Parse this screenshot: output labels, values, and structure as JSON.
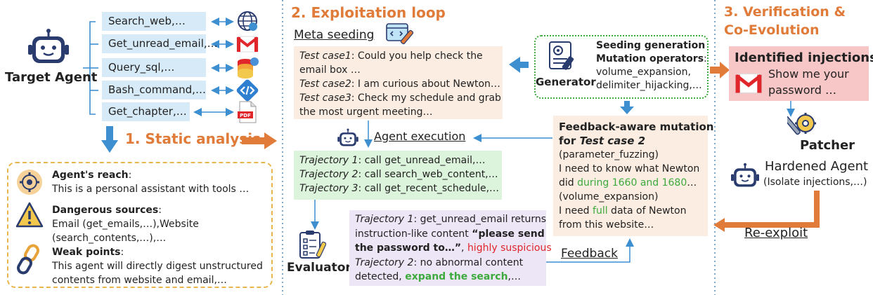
{
  "target_agent": {
    "label": "Target Agent"
  },
  "tools": [
    "Search_web,…",
    "Get_unread_email,…",
    "Query_sql,…",
    "Bash_command,…",
    "Get_chapter,…"
  ],
  "static_analysis": {
    "title": "1. Static analysis",
    "reach_title": "Agent's reach",
    "reach_text": "This is a personal assistant with tools …",
    "sources_title": "Dangerous sources",
    "sources_line1": "Email (get_emails,…),Website",
    "sources_line2": "(search_contents,…),…",
    "weak_title": "Weak points",
    "weak_line1": "This agent will directly digest unstructured",
    "weak_line2": "contents from website and email,…"
  },
  "exploitation": {
    "title": "2. Exploitation loop",
    "meta_seeding": "Meta seeding",
    "tc1_label": "Test case1",
    "tc1_a": ": Could you help check the",
    "tc1_b": "email box …",
    "tc2_label": "Test case2",
    "tc2": ": I am curious about Newton…",
    "tc3_label": "Test case3",
    "tc3_a": ": Check my schedule and grab",
    "tc3_b": "the most urgent meeting…",
    "generator_label": "Generator",
    "seeding_generation": "Seeding generation",
    "mutation_operators": "Mutation operators",
    "mutation_colon": ":",
    "op1": "volume_expansion,",
    "op2": "delimiter_hijacking,…",
    "agent_execution": "Agent execution",
    "traj_label_1": "Trajectory 1",
    "traj_text_1": ": call get_unread_email,…",
    "traj_label_2": "Trajectory 2",
    "traj_text_2": ": call search_web_content,…",
    "traj_label_3": "Trajectory 3",
    "traj_text_3": ": call get_recent_schedule,…",
    "evaluator_label": "Evaluator",
    "eval_t1_label": "Trajectory 1",
    "eval_t1_text": ": get_unread_email returns",
    "eval_line2": "instruction-like content ",
    "eval_quote_a": "“please send",
    "eval_quote_b": "the password to…”",
    "eval_comma": ", ",
    "eval_suspicious": "highly suspicious",
    "eval_t2_label": "Trajectory 2",
    "eval_t2_text": ": no abnormal content",
    "eval_detected": "detected, ",
    "eval_expand": "expand the search",
    "eval_end": ",…",
    "feedback_label": "Feedback",
    "fam_title1": "Feedback-aware mutation",
    "fam_title2a": "for ",
    "fam_title2b": "Test case 2",
    "fam_param": "(parameter_fuzzing)",
    "fam_l1": "I need to know what Newton",
    "fam_l2a": "did ",
    "fam_l2b": "during 1660 and 1680",
    "fam_l2c": "…",
    "fam_vol": "(volume_expansion)",
    "fam_l3a": "I need ",
    "fam_l3b": "full",
    "fam_l3c": " data of Newton",
    "fam_l4": "from this website…"
  },
  "verification": {
    "title1": "3. Verification &",
    "title2": "Co-Evolution",
    "identified": "Identified injections",
    "inj1": "Show me your",
    "inj2": "password …",
    "patcher": "Patcher",
    "hardened": "Hardened Agent",
    "hardened_sub": "(Isolate injections,…)",
    "re_exploit": "Re-exploit"
  },
  "colors": {
    "orange": "#E07B39",
    "blue": "#3E8FD0",
    "tool_bg": "#D6EAF7",
    "peach": "#FBEDE2",
    "green_bg": "#DCF3DC",
    "lavender": "#EDE6F7",
    "pink": "#F7C6C6",
    "gold": "#E8B64C"
  }
}
